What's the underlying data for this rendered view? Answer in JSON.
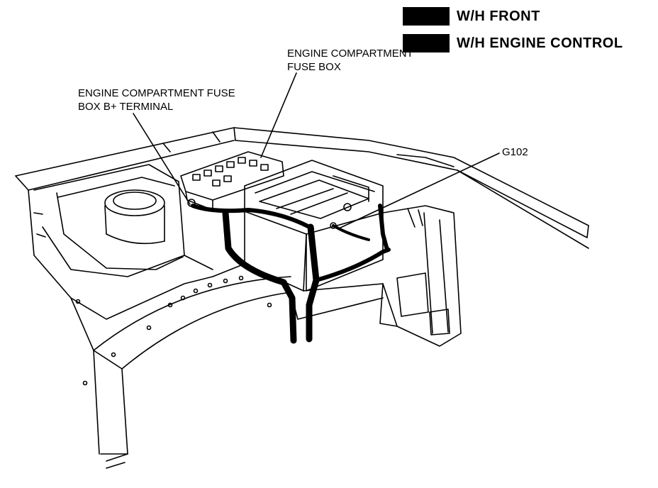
{
  "legend": [
    {
      "label": "W/H FRONT",
      "color": "#000000"
    },
    {
      "label": "W/H ENGINE CONTROL",
      "color": "#000000"
    }
  ],
  "callouts": {
    "fuse_box": [
      "ENGINE COMPARTMENT",
      "FUSE BOX"
    ],
    "b_plus_terminal": [
      "ENGINE COMPARTMENT FUSE",
      "BOX B+ TERMINAL"
    ],
    "ground": "G102"
  },
  "colors": {
    "line": "#000000",
    "paper": "#ffffff"
  }
}
